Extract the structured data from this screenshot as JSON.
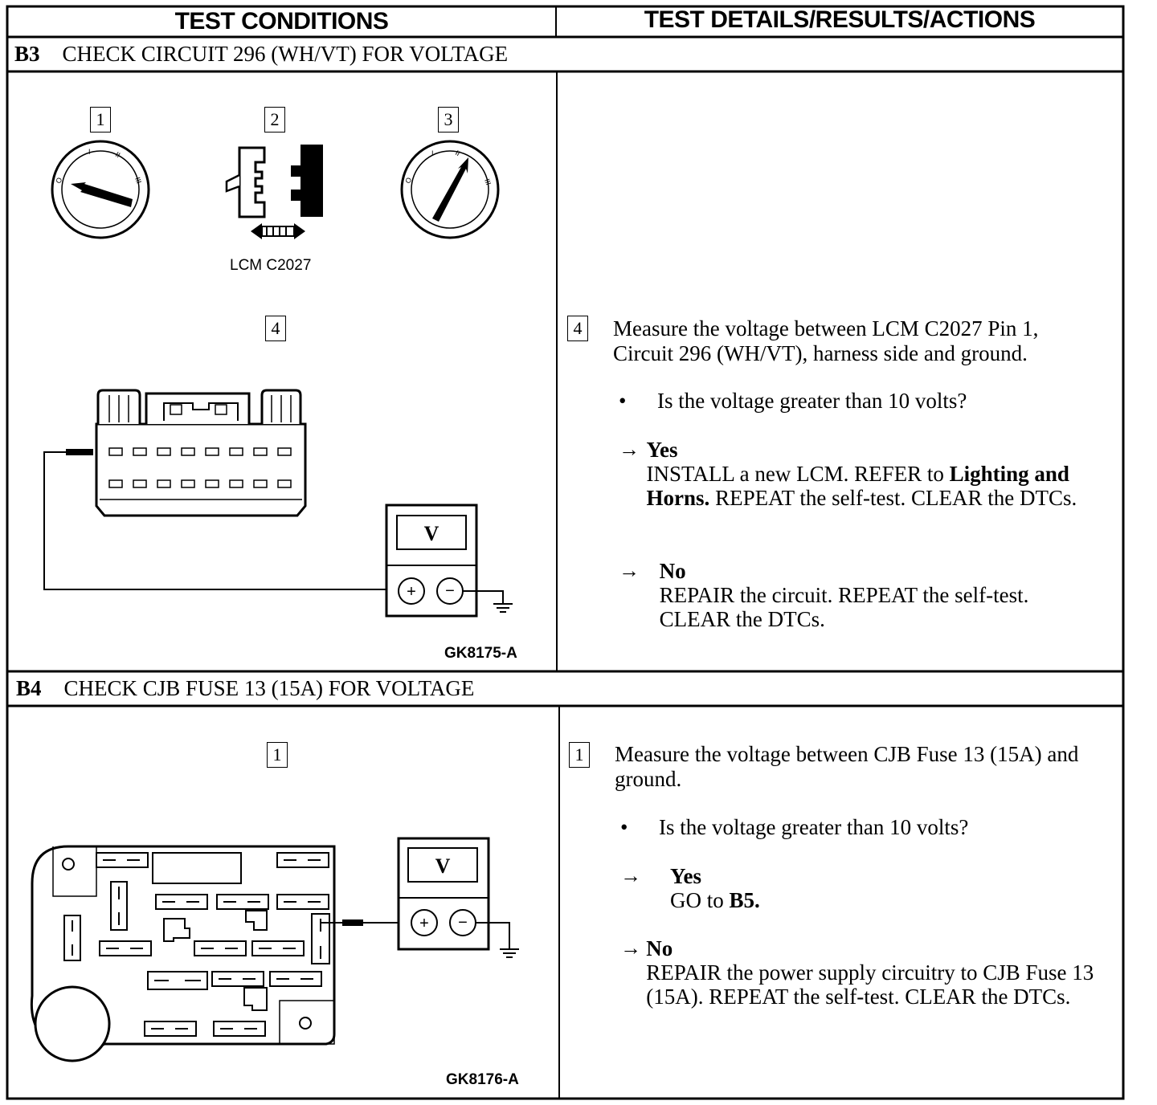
{
  "header": {
    "left": "TEST CONDITIONS",
    "right": "TEST DETAILS/RESULTS/ACTIONS"
  },
  "b3": {
    "code": "B3",
    "title": "CHECK CIRCUIT 296 (WH/VT) FOR VOLTAGE",
    "figure": {
      "step_numbers": [
        "1",
        "2",
        "3",
        "4"
      ],
      "connector_label": "LCM C2027",
      "meter_symbol": "V",
      "caption": "GK8175-A"
    },
    "details": {
      "step_number": "4",
      "instruction": "Measure the voltage between LCM C2027 Pin 1, Circuit 296 (WH/VT), harness side and ground.",
      "question": "Is the voltage greater than 10 volts?",
      "yes_label": "Yes",
      "yes_text_1": "INSTALL a new LCM. REFER to ",
      "yes_bold": "Lighting and Horns.",
      "yes_text_2": " REPEAT the self-test. CLEAR the DTCs.",
      "no_label": "No",
      "no_text": "REPAIR the circuit. REPEAT the self-test. CLEAR the DTCs."
    }
  },
  "b4": {
    "code": "B4",
    "title": "CHECK CJB FUSE 13 (15A) FOR VOLTAGE",
    "figure": {
      "step_number": "1",
      "meter_symbol": "V",
      "caption": "GK8176-A"
    },
    "details": {
      "step_number": "1",
      "instruction": "Measure the voltage between CJB Fuse 13 (15A) and ground.",
      "question": "Is the voltage greater than 10 volts?",
      "yes_label": "Yes",
      "yes_text": "GO to ",
      "yes_bold": "B5.",
      "no_label": "No",
      "no_text": "REPAIR the power supply circuitry to CJB Fuse 13 (15A). REPEAT the self-test. CLEAR the DTCs."
    }
  },
  "icons": {
    "bullet": "•",
    "arrow": "→",
    "plus": "+",
    "minus": "−"
  }
}
